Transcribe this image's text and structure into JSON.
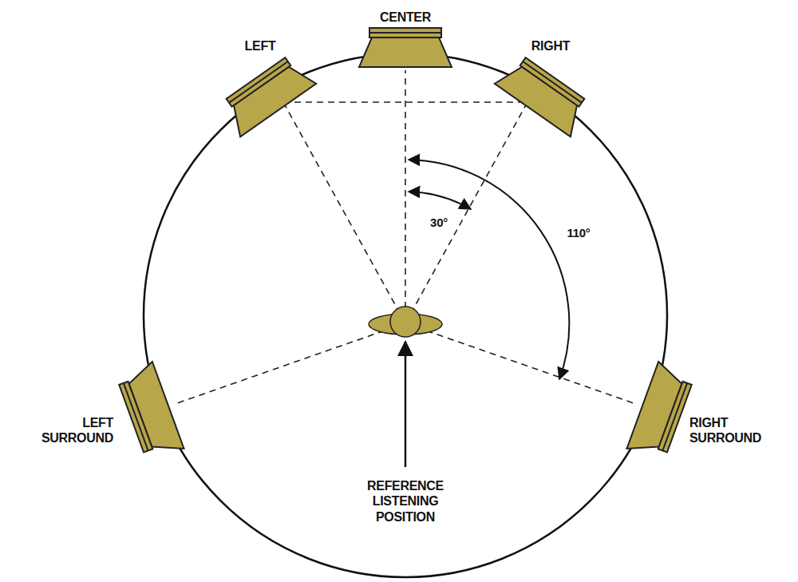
{
  "diagram": {
    "nodes": [
      {
        "text": [
          "CENTER"
        ]
      },
      {
        "text": [
          "LEFT"
        ]
      },
      {
        "text": [
          "RIGHT"
        ]
      },
      {
        "text": [
          "LEFT SURROUND"
        ]
      },
      {
        "text": [
          "RIGHT SURROUND"
        ]
      }
    ],
    "labels": [
      "30°",
      "110°",
      "REFERENCE LISTENING POSITION"
    ]
  }
}
